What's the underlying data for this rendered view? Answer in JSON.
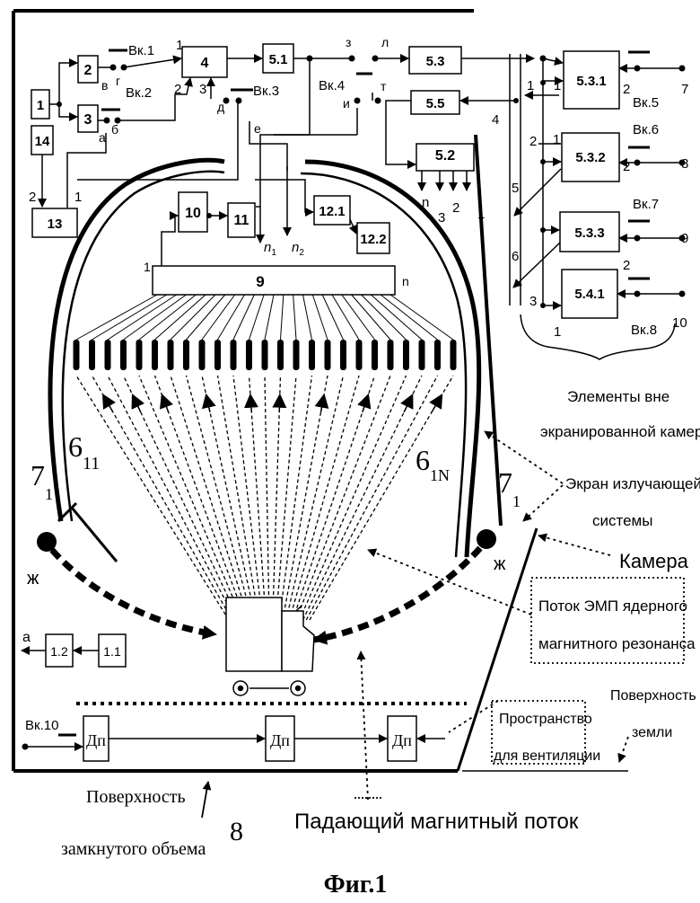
{
  "figure": {
    "caption": "Фиг.1",
    "numbers": {
      "b1": "1",
      "b2": "2",
      "b3": "3",
      "b4": "4",
      "b9": "9",
      "b10": "10",
      "b11": "11",
      "b12_1": "12.1",
      "b12_2": "12.2",
      "b13": "13",
      "b14": "14",
      "b51": "5.1",
      "b52": "5.2",
      "b53": "5.3",
      "b55": "5.5",
      "b531": "5.3.1",
      "b532": "5.3.2",
      "b533": "5.3.3",
      "b541": "5.4.1",
      "b11b": "1.1",
      "b12b": "1.2",
      "d_sensor": "Дп",
      "n1": "n",
      "n1s": "1",
      "n2": "n",
      "n2s": "2",
      "screen_left": "6",
      "screen_left_sub": "11",
      "screen_right": "6",
      "screen_right_sub": "1N",
      "emitter_left": "7",
      "emitter_left_sub": "1",
      "emitter_right": "7",
      "emitter_right_sub": "1",
      "object_num": "8",
      "bar_left": "1",
      "bar_right": "n",
      "out_n": "n",
      "out_3": "3",
      "out_2": "2",
      "out_1": "1",
      "row7": "7",
      "row8": "8",
      "row9": "9",
      "row10": "10",
      "in4": "4",
      "in5": "5",
      "in6": "6"
    },
    "switches": {
      "vk1": "Вк.1",
      "vk2": "Вк.2",
      "vk3": "Вк.3",
      "vk4": "Вк.4",
      "vk5": "Вк.5",
      "vk6": "Вк.6",
      "vk7": "Вк.7",
      "vk8": "Вк.8",
      "vk10": "Вк.10"
    },
    "letters": {
      "a": "а",
      "b": "б",
      "v": "в",
      "g": "г",
      "d": "д",
      "e": "е",
      "zh": "ж",
      "z": "з",
      "i": "и",
      "l": "л",
      "t": "т",
      "zh_left": "ж",
      "zh_right": "ж",
      "a_out": "а"
    },
    "annotations": {
      "outside_chamber_1": "Элементы вне",
      "outside_chamber_2": "экранированной камеры",
      "screen_emit_1": "Экран излучающей",
      "screen_emit_2": "системы",
      "chamber": "Камера",
      "nmr_flow_1": "Поток ЭМП ядерного",
      "nmr_flow_2": "магнитного резонанса",
      "ground_1": "Поверхность",
      "ground_2": "земли",
      "ventilation_1": "Пространство",
      "ventilation_2": "для вентиляции",
      "closed_volume_1": "Поверхность",
      "closed_volume_2": "замкнутого объема",
      "falling_flux": "Падающий магнитный поток"
    }
  }
}
